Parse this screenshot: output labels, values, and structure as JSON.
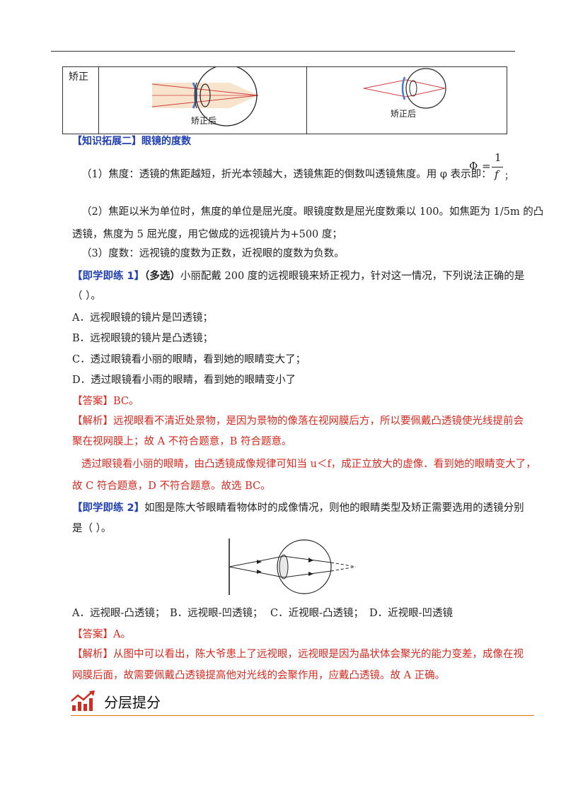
{
  "table": {
    "row_label": "矫正",
    "left_caption": "矫正后",
    "right_caption": "矫正后"
  },
  "section": {
    "title": "【知识拓展二】眼镜的度数"
  },
  "p1": {
    "text": "（1）焦度：透镜的焦距越短，折光本领越大，透镜焦距的倒数叫透镜焦度。用 φ 表示即："
  },
  "formula": {
    "lhs": "Φ",
    "eq": "=",
    "num": "1",
    "den": "f",
    "tail": "；"
  },
  "p2": {
    "line1": "（2）焦距以米为单位时，焦度的单位是屈光度。眼镜度数是屈光度数乘以 100。如焦距为 1/5m 的凸",
    "line2": "透镜，焦度为 5 屈光度，用它做成的远视镜片为+500 度；"
  },
  "p3": {
    "text": "（3）度数：远视镜的度数为正数，近视眼的度数为负数。"
  },
  "ex1": {
    "tag": "【即学即练 1】",
    "multi": "（多选）",
    "stem1": "小丽配戴 200 度的远视眼镜来矫正视力，针对这一情况，下列说法正确的是",
    "stem2": "（   ）。",
    "options": [
      "A．远视眼镜的镜片是凹透镜；",
      "B．远视眼镜的镜片是凸透镜；",
      "C．透过眼镜看小丽的眼睛，看到她的眼睛变大了；",
      "D．透过眼镜看小雨的眼睛，看到她的眼睛变小了"
    ],
    "answer": "【答案】BC。",
    "analysis": [
      "【解析】远视眼看不清近处景物，是因为景物的像落在视网膜后方，所以要佩戴凸透镜使光线提前会",
      "聚在视网膜上；故 A 不符合题意，B 符合题意。",
      "透过眼镜看小丽的眼睛，由凸透镜成像规律可知当 u＜f，成正立放大的虚像．看到她的眼睛变大了，",
      "故 C 符合题意，D 不符合题意。故选 BC。"
    ]
  },
  "ex2": {
    "tag": "【即学即练 2】",
    "stem1": "如图是陈大爷眼睛看物体时的成像情况，则他的眼睛类型及矫正需要选用的透镜分别",
    "stem2": "是（   ）。",
    "options": [
      "A．远视眼-凸透镜；",
      "B．远视眼-凹透镜；",
      "C．近视眼-凸透镜；",
      "D．近视眼-凹透镜"
    ],
    "answer": "【答案】A。",
    "analysis": [
      "【解析】从图中可以看出，陈大爷患上了远视眼，远视眼是因为晶状体会聚光的能力变差，成像在视",
      "网膜后面，故需要佩戴凸透镜提高他对光线的会聚作用，应戴凸透镜。故 A 正确。"
    ]
  },
  "footer": {
    "title": "分层提分",
    "accent": "#e07a12",
    "icon": "growth-chart-icon"
  }
}
